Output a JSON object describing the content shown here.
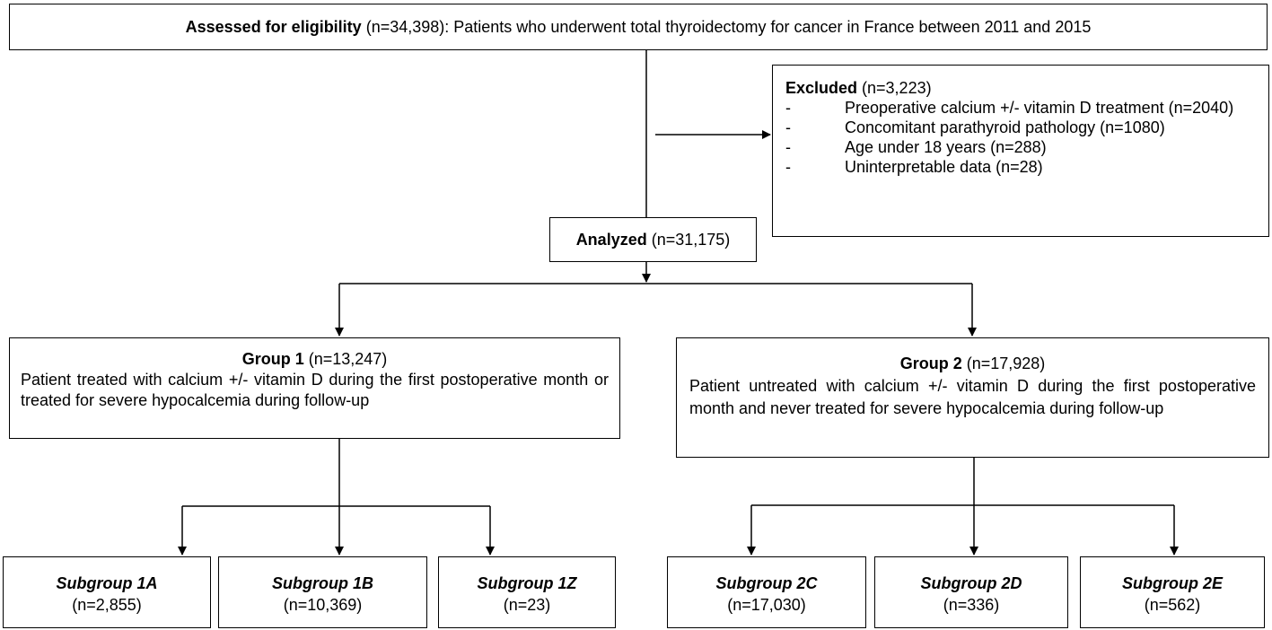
{
  "eligibility": {
    "label": "Assessed for eligibility",
    "text": " (n=34,398): Patients who underwent total thyroidectomy for cancer in France between 2011 and 2015"
  },
  "excluded": {
    "label": "Excluded",
    "count": " (n=3,223)",
    "items": [
      {
        "dash": "-",
        "text": "Preoperative calcium +/- vitamin D treatment (n=2040)"
      },
      {
        "dash": "-",
        "text": "Concomitant parathyroid pathology (n=1080)"
      },
      {
        "dash": "-",
        "text": "Age under 18 years (n=288)"
      },
      {
        "dash": "-",
        "text": "Uninterpretable data (n=28)"
      }
    ]
  },
  "analyzed": {
    "label": "Analyzed",
    "count": " (n=31,175)"
  },
  "group1": {
    "label": "Group 1",
    "count": " (n=13,247)",
    "description": "Patient treated with calcium +/- vitamin D during the first postoperative month or treated for severe hypocalcemia during follow-up"
  },
  "group2": {
    "label": "Group 2",
    "count": " (n=17,928)",
    "description": "Patient untreated with calcium +/- vitamin D during the first postoperative month and never treated for severe hypocalcemia during follow-up"
  },
  "subgroups": {
    "s1a": {
      "label": "Subgroup 1A",
      "count": "(n=2,855)"
    },
    "s1b": {
      "label": "Subgroup 1B",
      "count": "(n=10,369)"
    },
    "s1z": {
      "label": "Subgroup 1Z",
      "count": "(n=23)"
    },
    "s2c": {
      "label": "Subgroup 2C",
      "count": "(n=17,030)"
    },
    "s2d": {
      "label": "Subgroup 2D",
      "count": "(n=336)"
    },
    "s2e": {
      "label": "Subgroup 2E",
      "count": "(n=562)"
    }
  }
}
